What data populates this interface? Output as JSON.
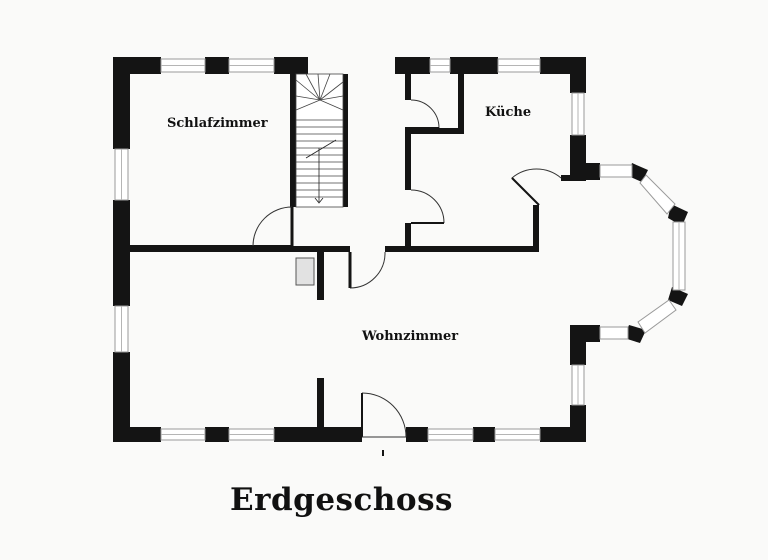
{
  "rooms": {
    "schlafzimmer": "Schlafzimmer",
    "kueche": "Küche",
    "wohnzimmer": "Wohnzimmer"
  },
  "caption": "Erdgeschoss",
  "colors": {
    "wall": "#141414",
    "window_frame": "#c8c8c8",
    "background": "#fafaf9"
  }
}
